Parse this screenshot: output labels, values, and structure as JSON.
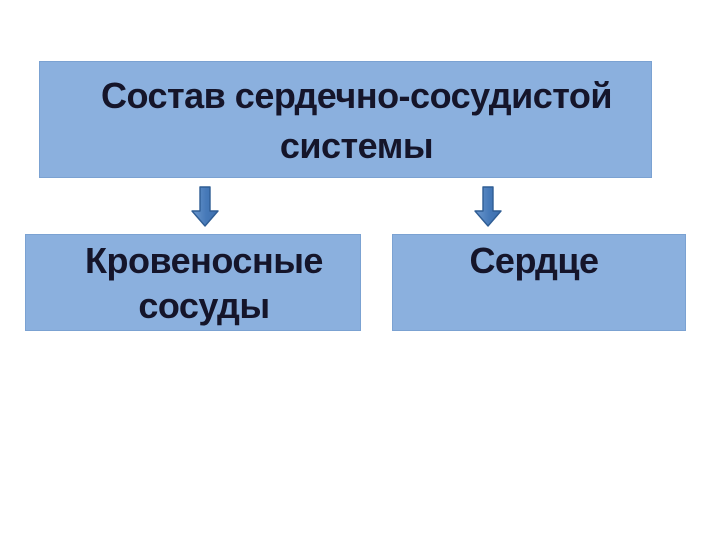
{
  "slide": {
    "title": {
      "lines": [
        "Состав сердечно-сосудистой",
        "системы"
      ]
    },
    "nodes": [
      {
        "id": "blood-vessels",
        "lines": [
          "Кровеносные",
          "сосуды"
        ]
      },
      {
        "id": "heart",
        "lines": [
          "Сердце"
        ]
      }
    ],
    "icons": {
      "connector": "down-arrow"
    },
    "colors": {
      "background": "#ffffff",
      "box_fill": "#8bb0de",
      "box_border": "#7ba2d2",
      "arrow_fill": "#4679b8",
      "arrow_stroke": "#2f5d94",
      "text": "#15152a"
    }
  }
}
